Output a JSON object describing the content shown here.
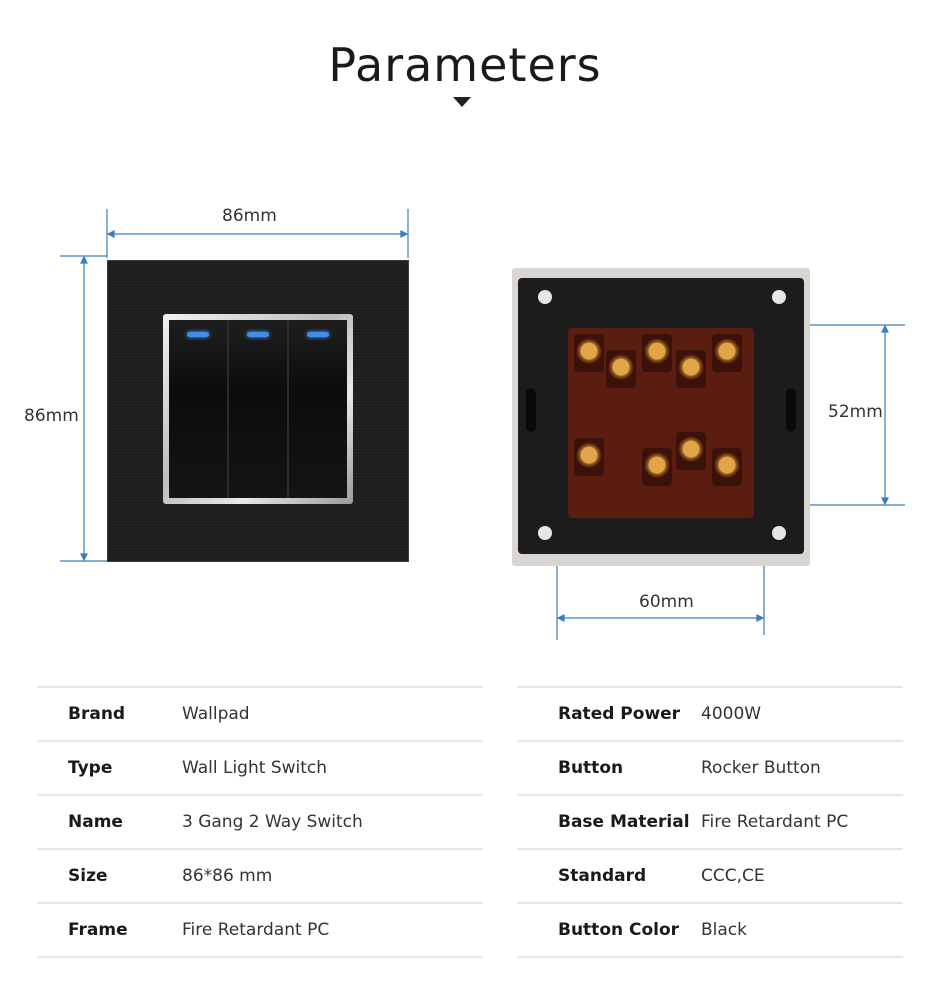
{
  "header": {
    "title": "Parameters"
  },
  "dimensions": {
    "front_width": "86mm",
    "front_height": "86mm",
    "back_height": "52mm",
    "back_width": "60mm"
  },
  "colors": {
    "dimension_line": "#3b7dbf",
    "led": "#3d8fe8"
  },
  "specs_left": [
    {
      "key": "Brand",
      "value": "Wallpad"
    },
    {
      "key": "Type",
      "value": "Wall Light Switch"
    },
    {
      "key": "Name",
      "value": "3 Gang 2 Way Switch"
    },
    {
      "key": "Size",
      "value": "86*86 mm"
    },
    {
      "key": "Frame",
      "value": "Fire Retardant PC"
    }
  ],
  "specs_right": [
    {
      "key": "Rated Power",
      "value": "4000W"
    },
    {
      "key": "Button",
      "value": "Rocker Button"
    },
    {
      "key": "Base Material",
      "value": "Fire Retardant PC"
    },
    {
      "key": "Standard",
      "value": "CCC,CE"
    },
    {
      "key": "Button Color",
      "value": "Black"
    }
  ]
}
